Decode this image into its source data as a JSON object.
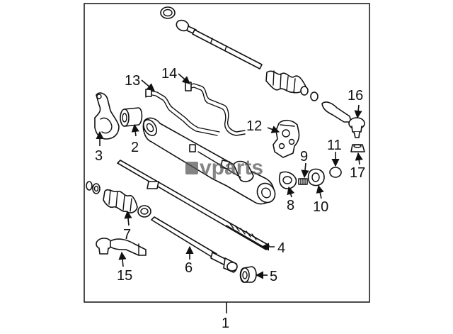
{
  "watermark": {
    "text": "vparts"
  },
  "callouts": {
    "c1": "1",
    "c2": "2",
    "c3": "3",
    "c4": "4",
    "c5": "5",
    "c6": "6",
    "c7": "7",
    "c8": "8",
    "c9": "9",
    "c10": "10",
    "c11": "11",
    "c12": "12",
    "c13": "13",
    "c14": "14",
    "c15": "15",
    "c16": "16",
    "c17": "17"
  }
}
